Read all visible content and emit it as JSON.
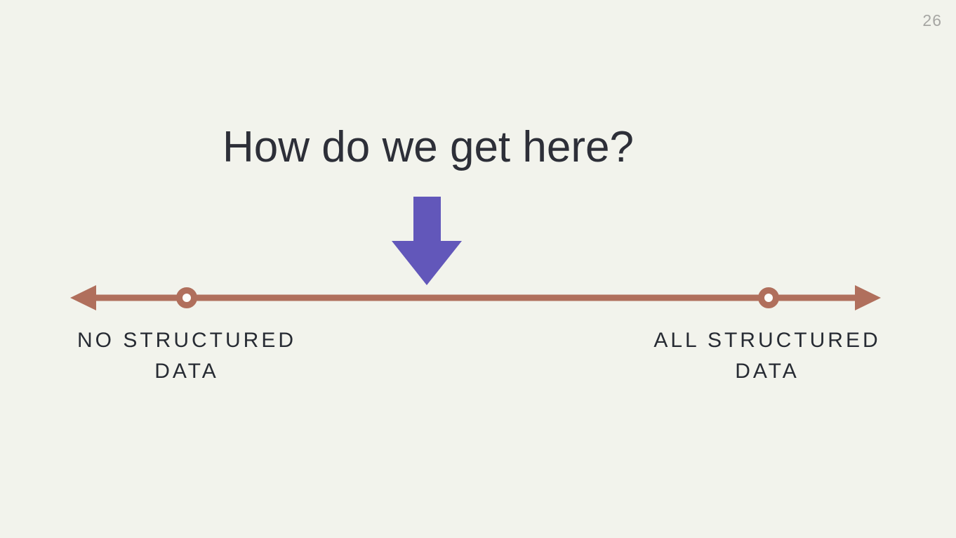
{
  "page": {
    "number": "26"
  },
  "title": "How do we get here?",
  "axis": {
    "left_label": [
      "NO STRUCTURED",
      "DATA"
    ],
    "right_label": [
      "ALL STRUCTURED",
      "DATA"
    ]
  },
  "icons": {
    "down_arrow": "down-arrow",
    "left_arrowhead": "arrowhead-left",
    "right_arrowhead": "arrowhead-right",
    "ring_marker": "ring-marker"
  },
  "colors": {
    "background": "#f2f3ec",
    "title_text": "#2d2f38",
    "label_text": "#272b33",
    "page_number": "#a6a6a3",
    "line": "#b06f5c",
    "arrow": "#6257ba",
    "ring_hole": "#fdfdfa"
  }
}
